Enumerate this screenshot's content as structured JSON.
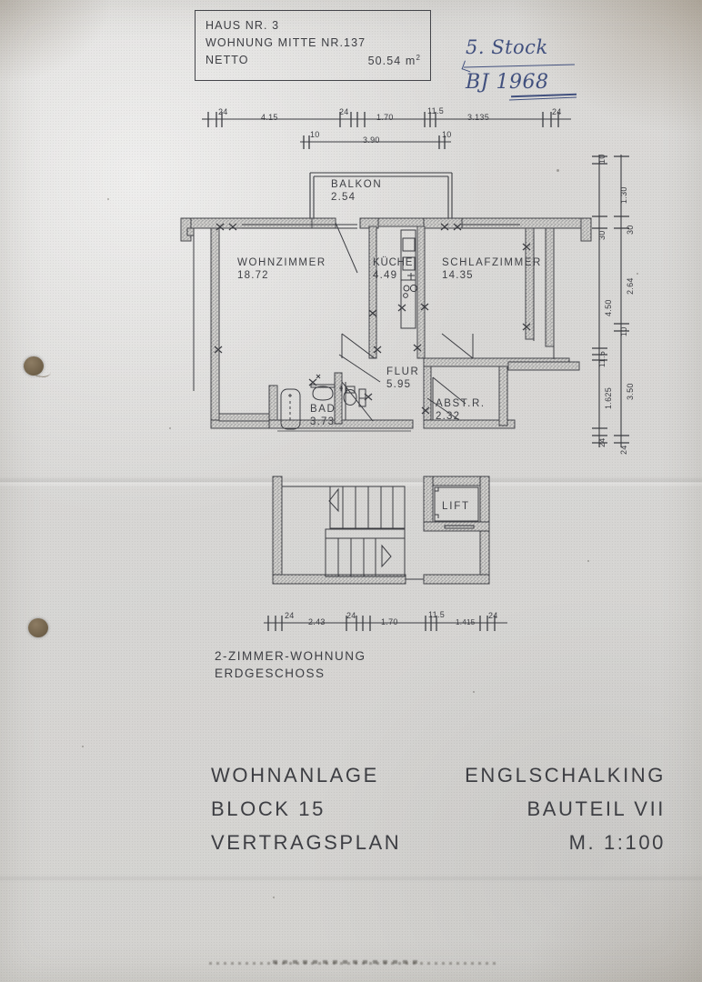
{
  "document": {
    "type": "architectural-floor-plan-scan",
    "language": "de"
  },
  "title_box": {
    "line1": "HAUS  NR. 3",
    "line2": "WOHNUNG  MITTE NR.137",
    "line3": "NETTO",
    "area_value": "50.54 m",
    "area_unit_sup": "2"
  },
  "handwritten": {
    "floor": "5. Stock",
    "year_built": "BJ  1968"
  },
  "rooms": [
    {
      "name": "BALKON",
      "area": "2.54"
    },
    {
      "name": "WOHNZIMMER",
      "area": "18.72"
    },
    {
      "name": "KÜCHE",
      "area": "4.49"
    },
    {
      "name": "SCHLAFZIMMER",
      "area": "14.35"
    },
    {
      "name": "FLUR",
      "area": "5.95"
    },
    {
      "name": "BAD",
      "area": "3.73"
    },
    {
      "name": "ABST.R.",
      "area": "2.32"
    }
  ],
  "core": {
    "lift_label": "LIFT"
  },
  "dimensions": {
    "top_main": [
      "24",
      "4.15",
      "24",
      "1.70",
      "11.5",
      "3.135",
      "24"
    ],
    "top_second": [
      "10",
      "3.90",
      "10"
    ],
    "bottom": [
      "24",
      "2.43",
      "24",
      "1.70",
      "11.5",
      "1.415",
      "24"
    ],
    "right_inner": [
      "10",
      "30",
      "4.50",
      "11.5",
      "1.625",
      "24"
    ],
    "right_outer": [
      "1.30",
      "30",
      "2.64",
      "10",
      "3.50",
      "24"
    ]
  },
  "caption": {
    "line1": "2-ZIMMER-WOHNUNG",
    "line2": "ERDGESCHOSS"
  },
  "footer": {
    "row1_left": "WOHNANLAGE",
    "row1_right": "ENGLSCHALKING",
    "row2_left": "BLOCK  15",
    "row2_right": "BAUTEIL   VII",
    "row3_left": "VERTRAGSPLAN",
    "row3_right": "M. 1:100"
  },
  "colors": {
    "paper": "#d9d8d6",
    "ink": "#3e3f44",
    "handwriting": "#41507e",
    "punch_hole": "#6f6049"
  }
}
